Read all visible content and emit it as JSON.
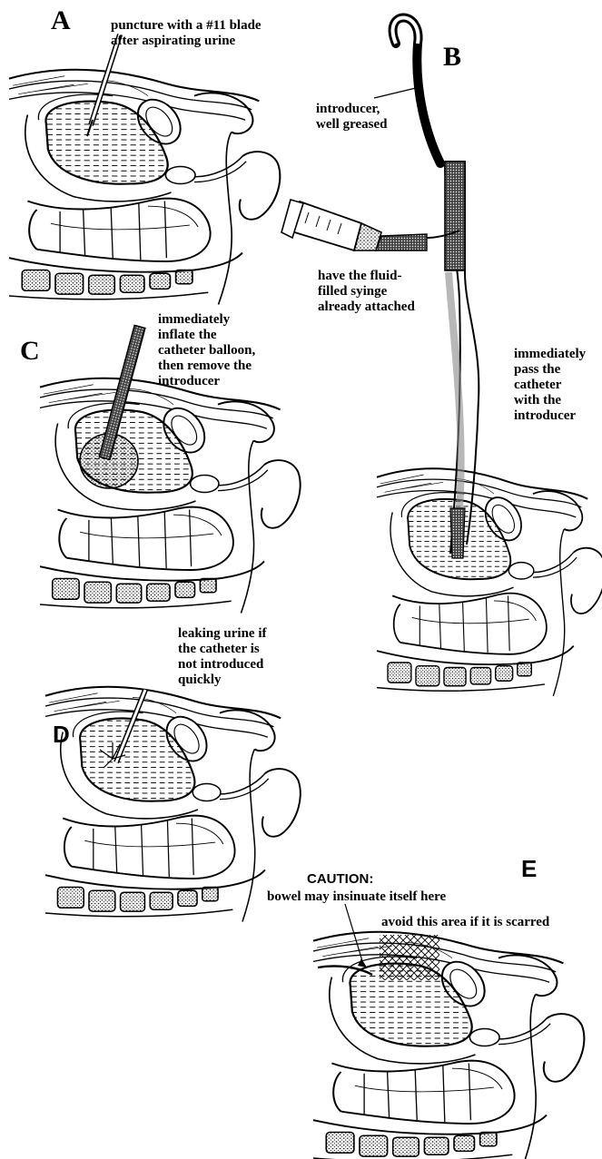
{
  "panels": {
    "a": {
      "letter": "A",
      "label": "puncture with a #11 blade\nafter aspirating urine"
    },
    "b": {
      "letter": "B",
      "introducer": "introducer,\nwell greased",
      "syringe": "have the fluid-\nfilled syinge\nalready attached",
      "pass": "immediately\npass the\ncatheter\nwith the\nintroducer"
    },
    "c": {
      "letter": "C",
      "label": "immediately\ninflate the\ncatheter balloon,\nthen remove the\nintroducer"
    },
    "d": {
      "letter": "D",
      "label": "leaking urine if\nthe catheter is\nnot introduced\nquickly"
    },
    "e": {
      "letter": "E",
      "caution_title": "CAUTION:",
      "caution_text": "bowel may insinuate itself here",
      "avoid": "avoid this area if it is scarred"
    }
  }
}
